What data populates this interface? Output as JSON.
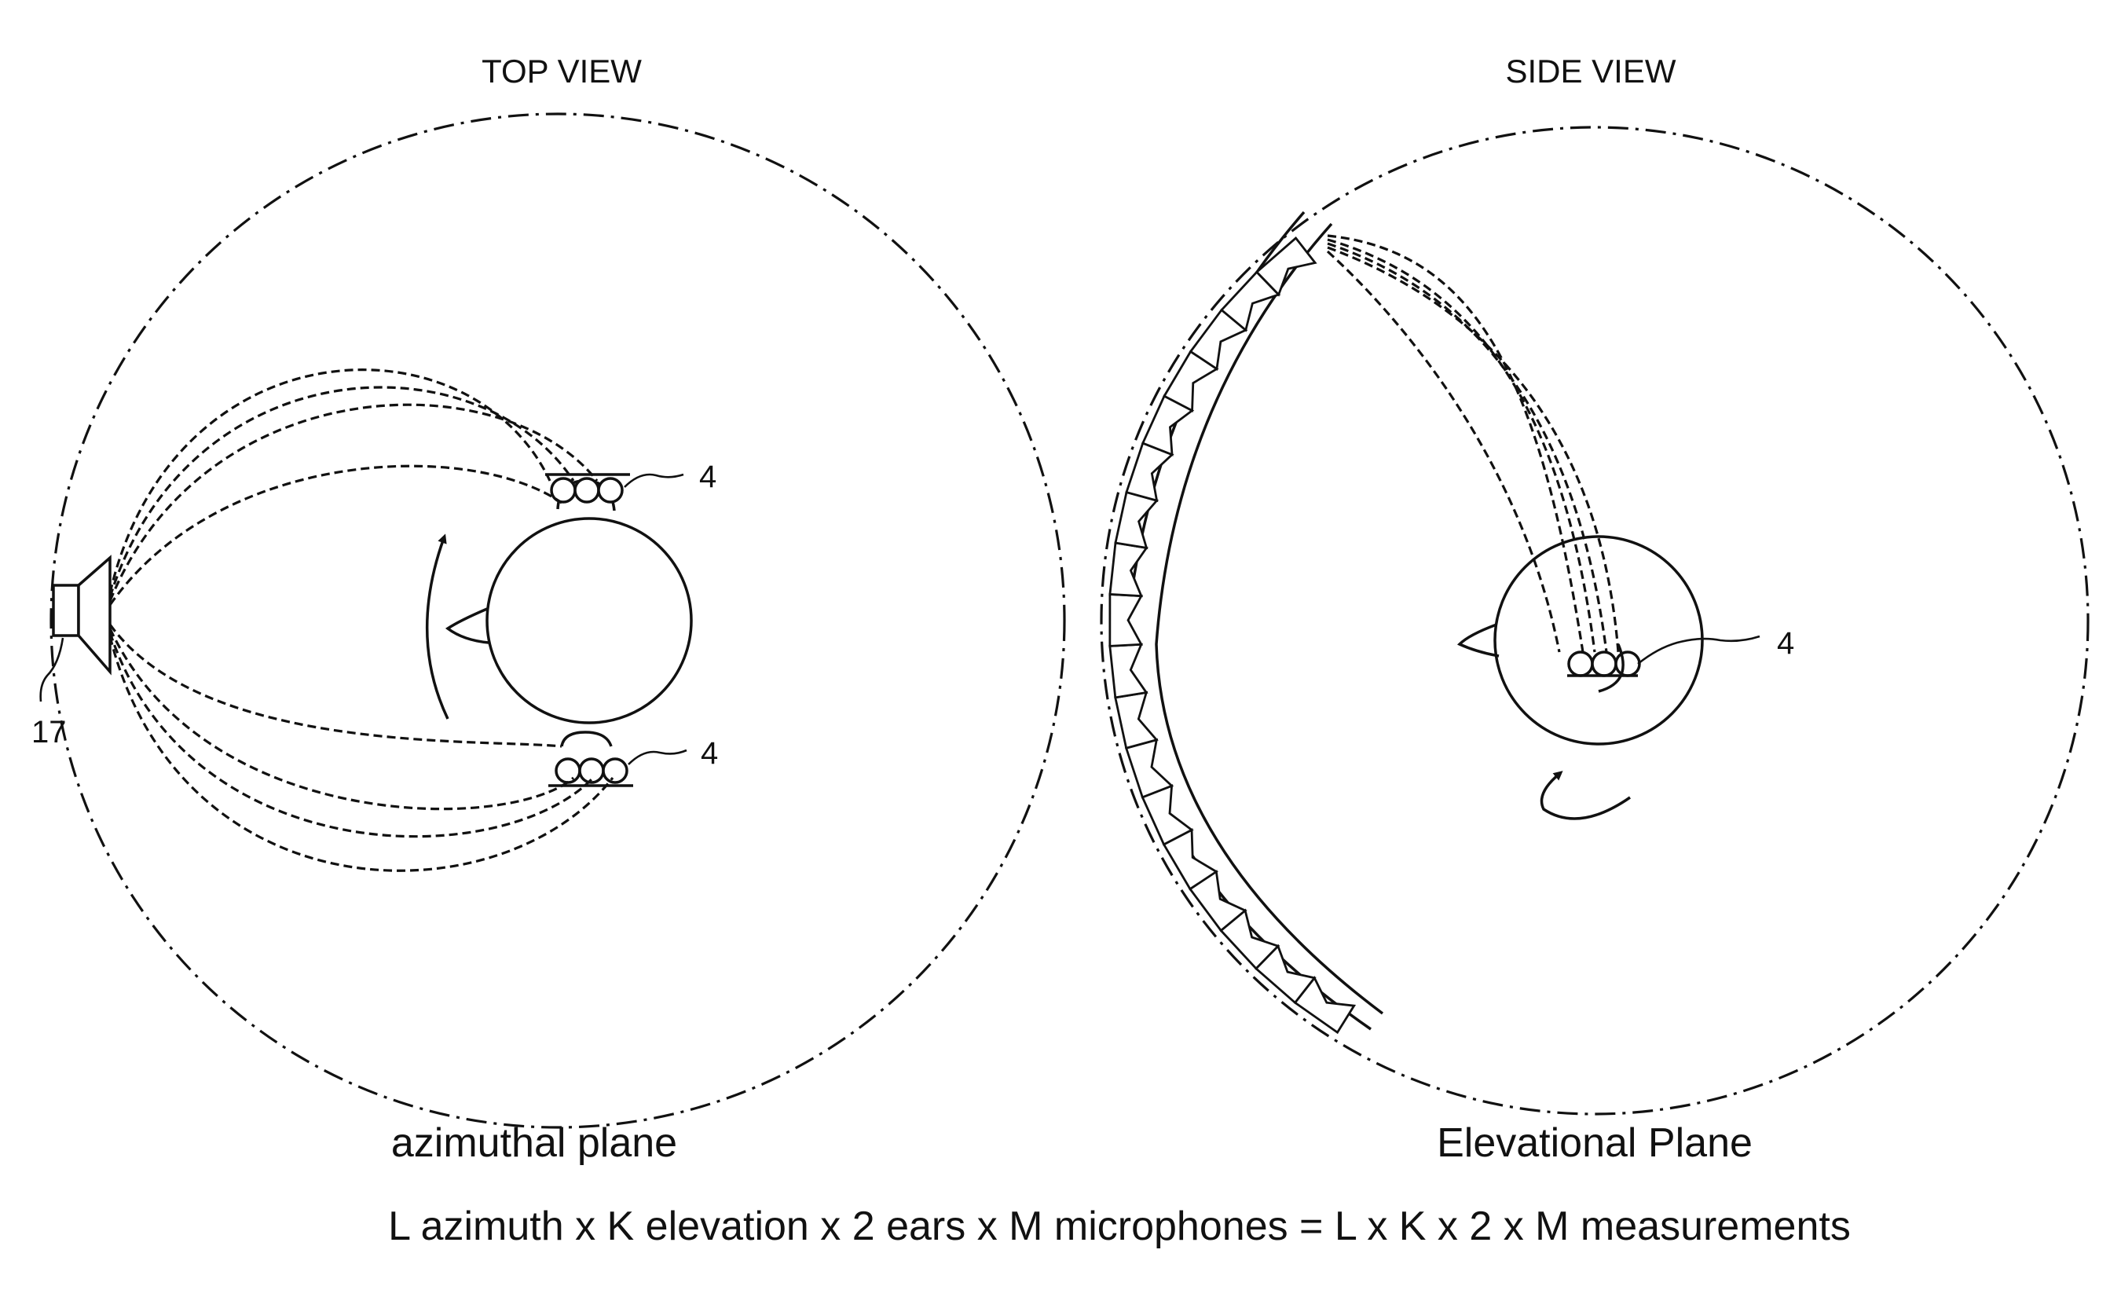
{
  "labels": {
    "top_view": "TOP VIEW",
    "side_view": "SIDE VIEW",
    "azimuthal_plane": "azimuthal plane",
    "elevational_plane": "Elevational Plane",
    "formula": "L azimuth x K elevation x 2 ears x M microphones = L x K x 2 x M measurements"
  },
  "refs": {
    "ear_top_upper": "4",
    "ear_top_lower": "4",
    "ear_side": "4",
    "speaker": "17"
  }
}
